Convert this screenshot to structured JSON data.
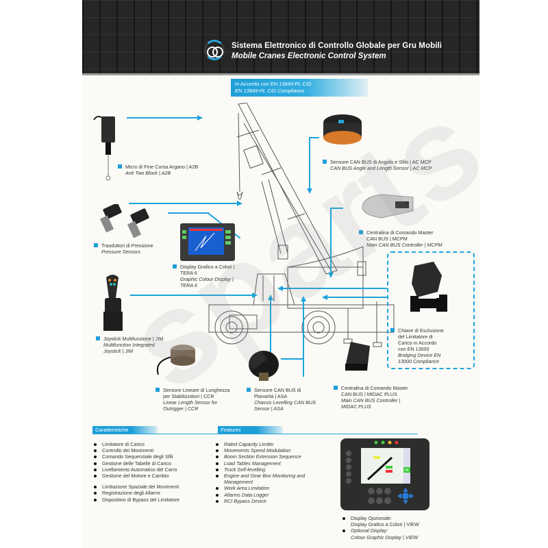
{
  "header": {
    "title_it": "Sistema Elettronico di Controllo Globale per Gru Mobili",
    "title_en": "Mobile Cranes Electronic Control System",
    "logo_icon": "double-ring-logo-icon"
  },
  "compliance": {
    "it": "In Accordo con EN 13849-PL C/D",
    "en": "EN 13849-PL C/D Compliance"
  },
  "components": {
    "a2b": {
      "it": "Micro di Fine Corsa Argano | A2B",
      "en": "Anti Two Block | A2B"
    },
    "pressure": {
      "it": "Trasduttori di Pressione",
      "en": "Pressure Sensors"
    },
    "tera6": {
      "it1": "Display Grafico a Colori |",
      "it2": "TERA 6",
      "en1": "Graphic Colour Display |",
      "en2": "TERA 6"
    },
    "acmcp": {
      "it": "Sensore CAN BUS di Angolo e Sfilo | AC MCP",
      "en": "CAN BUS Angle and Length Sensor | AC MCP"
    },
    "mcpm": {
      "it1": "Centralina di Comando Master",
      "it2": "CAN BUS | MCPM",
      "en": "Main CAN BUS Controller | MCPM"
    },
    "bridging": {
      "l1": "Chiave di Esclusione",
      "l2": "del Limitatore di",
      "l3": "Carico in Accordo",
      "l4": "con EN 13000",
      "en1": "Bridging Device EN",
      "en2": "13000 Compliance"
    },
    "jim": {
      "it": "Joystick Multifunzione | JIM",
      "en1": "Multifunction Integrated",
      "en2": "Joystick | JIM"
    },
    "ccr": {
      "it1": "Sensore Lineare di Lunghezza",
      "it2": "per Stabilizzatori | CCR",
      "en1": "Linear Length Sensor for",
      "en2": "Outrigger | CCR"
    },
    "asa": {
      "it1": "Sensore CAN BUS di",
      "it2": "Planarità | ASA",
      "en1": "Chassis Levelling CAN BUS",
      "en2": "Sensor | ASA"
    },
    "midac": {
      "it1": "Centralina di Comando Master",
      "it2": "CAN BUS | MIDAC PLUS",
      "en1": "Main CAN BUS Controller |",
      "en2": "MIDAC PLUS"
    }
  },
  "caratteristiche": {
    "heading": "Caratteristiche",
    "items": [
      "Limitatore di Carico",
      "Controllo dei Movimenti",
      "Comando Sequenziale degli Sfili",
      "Gestione delle Tabelle di Carico",
      "Livellamento Automatico del Carro",
      "Gestione del Motore e Cambio",
      "Limitazione Spaziale dei Movimenti",
      "Registrazione degli Allarmi",
      "Dispositivo di Bypass del Limitatore"
    ]
  },
  "features": {
    "heading": "Features",
    "items": [
      "Rated Capacity Limiter",
      "Movements Speed Modulation",
      "Boom Section Extension Sequence",
      "Load Tables Management",
      "Truck Self-levelling",
      "Engine and Gear Box Monitoring and Management",
      "Work Area Limitation",
      "Allarms Data Logger",
      "RCI Bypass Device"
    ]
  },
  "optional_display": {
    "it1": "Display Opzionale:",
    "it2": "Display Grafico a Colori | VIEW",
    "en1": "Optional Display:",
    "en2": "Colour Graphic Display | VIEW",
    "screen_ok": "OK"
  },
  "watermark": "sparts",
  "colors": {
    "accent": "#1ea3dc",
    "header_bg": "#262626",
    "page_bg": "#fbfaf7"
  }
}
